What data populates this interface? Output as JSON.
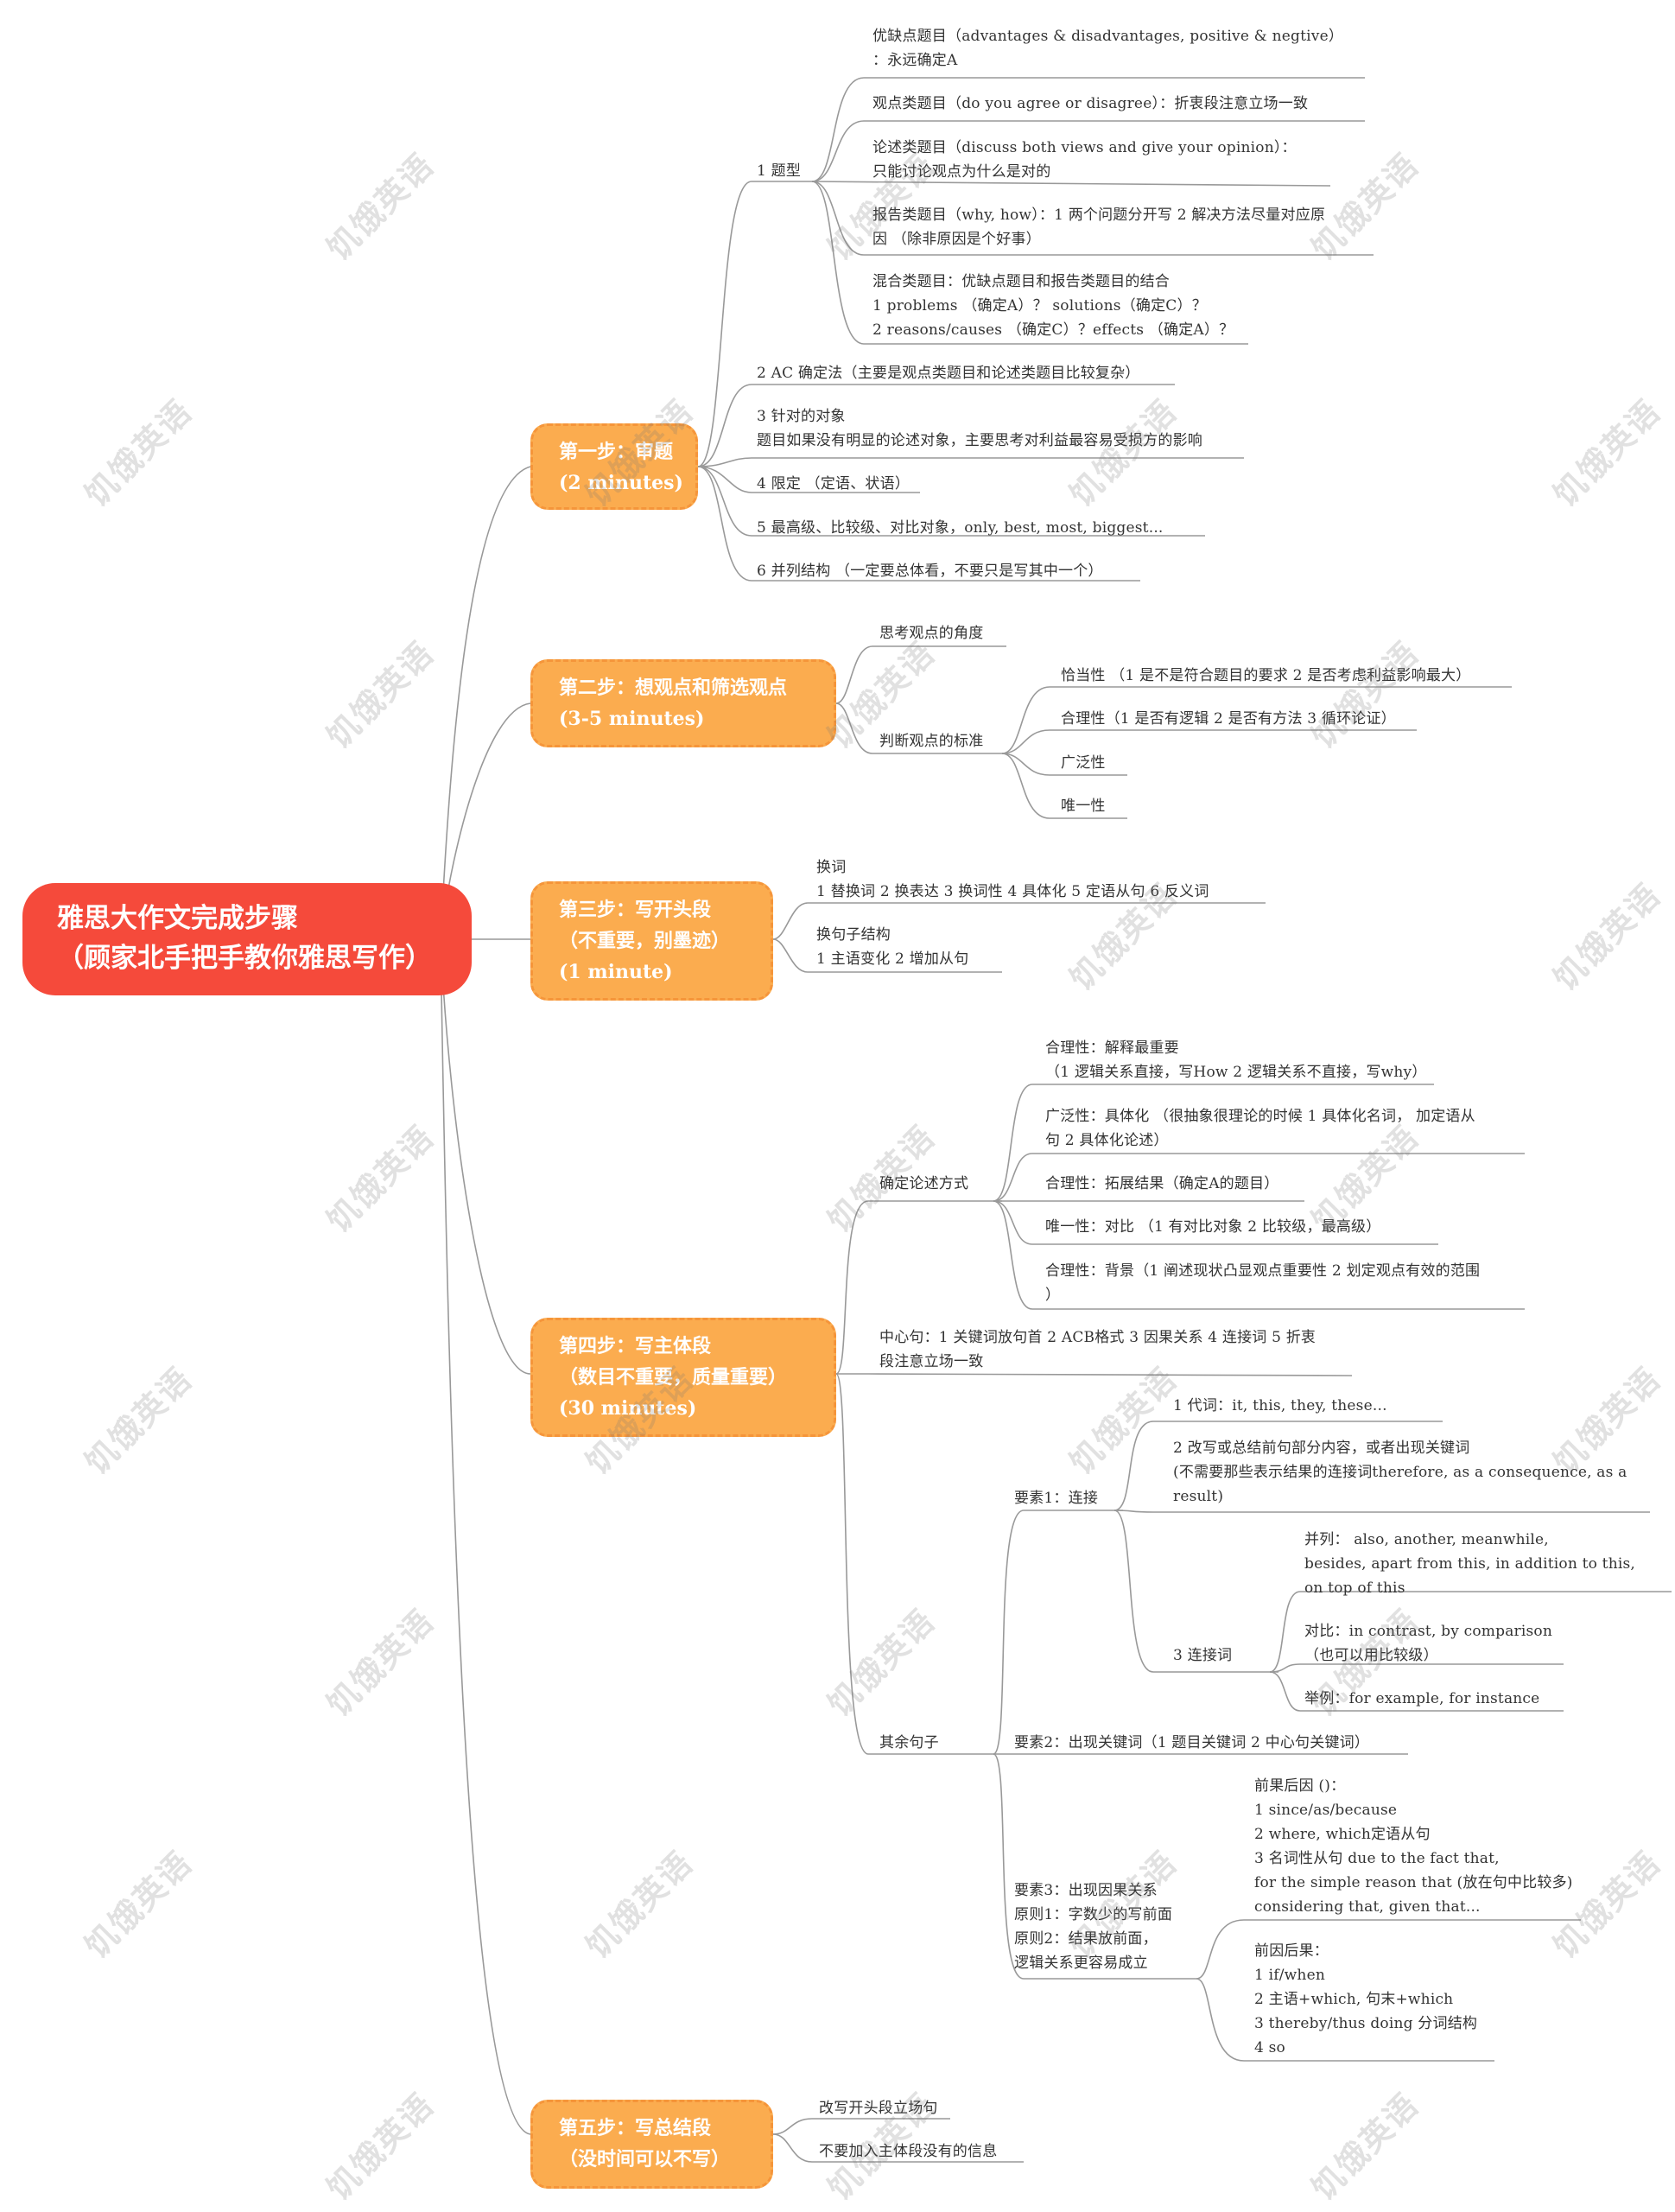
{
  "root": {
    "line1": "雅思大作文完成步骤",
    "line2": "（顾家北手把手教你雅思写作）"
  },
  "steps": {
    "s1": {
      "line1": "第一步：审题",
      "line2": "(2 minutes)"
    },
    "s2": {
      "line1": "第二步：想观点和筛选观点",
      "line2": "(3-5 minutes)"
    },
    "s3": {
      "line1": "第三步：写开头段",
      "line2": "（不重要，别墨迹）",
      "line3": "(1 minute)"
    },
    "s4": {
      "line1": "第四步：写主体段",
      "line2": "（数目不重要，质量重要）",
      "line3": "(30 minutes)"
    },
    "s5": {
      "line1": "第五步：写总结段",
      "line2": "（没时间可以不写）"
    }
  },
  "s1": {
    "topic_type": "1 题型",
    "t1a": "优缺点题目（advantages & disadvantages, positive & negtive）",
    "t1b": "：永远确定A",
    "t2": "观点类题目（do you agree or disagree）：折衷段注意立场一致",
    "t3a": "论述类题目（discuss both views and give your opinion）：",
    "t3b": "只能讨论观点为什么是对的",
    "t4a": "报告类题目（why, how）：1 两个问题分开写 2 解决方法尽量对应原",
    "t4b": "因 （除非原因是个好事）",
    "t5a": "混合类题目：优缺点题目和报告类题目的结合",
    "t5b": "1 problems （确定A）？ solutions（确定C）？",
    "t5c": "2 reasons/causes （确定C）？effects （确定A）？",
    "ac": "2 AC 确定法（主要是观点类题目和论述类题目比较复杂）",
    "target_a": "3 针对的对象",
    "target_b": "题目如果没有明显的论述对象，主要思考对利益最容易受损方的影响",
    "limit": "4 限定 （定语、状语）",
    "superlative": "5 最高级、比较级、对比对象，only, best, most, biggest...",
    "parallel": "6 并列结构 （一定要总体看，不要只是写其中一个）"
  },
  "s2": {
    "angle": "思考观点的角度",
    "criteria": "判断观点的标准",
    "c1": "恰当性 （1 是不是符合题目的要求 2 是否考虑利益影响最大）",
    "c2": "合理性（1 是否有逻辑 2 是否有方法 3 循环论证）",
    "c3": "广泛性",
    "c4": "唯一性"
  },
  "s3": {
    "swap_a": "换词",
    "swap_b": "1 替换词 2 换表达 3 换词性 4 具体化 5 定语从句 6 反义词",
    "struct_a": "换句子结构",
    "struct_b": "1 主语变化 2 增加从句"
  },
  "s4": {
    "method": "确定论述方式",
    "m1a": "合理性：解释最重要",
    "m1b": "（1 逻辑关系直接，写How 2 逻辑关系不直接，写why）",
    "m2a": "广泛性：具体化 （很抽象很理论的时候 1 具体化名词， 加定语从",
    "m2b": "句 2 具体化论述）",
    "m3": "合理性：拓展结果（确定A的题目）",
    "m4": "唯一性：对比 （1 有对比对象 2 比较级，最高级）",
    "m5a": "合理性：背景（1 阐述现状凸显观点重要性 2 划定观点有效的范围",
    "m5b": "）",
    "center_a": "中心句：1 关键词放句首 2 ACB格式 3 因果关系 4 连接词 5 折衷",
    "center_b": "段注意立场一致",
    "rest": "其余句子",
    "e1": "要素1：连接",
    "e1_1": "1 代词：it, this, they, these...",
    "e1_2a": "2 改写或总结前句部分内容，或者出现关键词",
    "e1_2b": "(不需要那些表示结果的连接词therefore, as a consequence, as a",
    "e1_2c": "result)",
    "e1_3": "3 连接词",
    "p1a": "并列： also, another, meanwhile,",
    "p1b": "besides, apart from this, in addition to this,",
    "p1c": "on top of this",
    "p2a": "对比：in contrast, by comparison",
    "p2b": "（也可以用比较级）",
    "p3": "举例：for example, for instance",
    "e2": "要素2：出现关键词（1 题目关键词 2 中心句关键词）",
    "e3a": "要素3：出现因果关系",
    "e3b": "原则1：字数少的写前面",
    "e3c": "原则2：结果放前面，",
    "e3d": "逻辑关系更容易成立",
    "rc0": "前果后因 ()：",
    "rc1": "1 since/as/because",
    "rc2": "2 where, which定语从句",
    "rc3": "3 名词性从句 due to the fact that,",
    "rc4": "for the simple reason that (放在句中比较多)",
    "rc5": "considering that, given that...",
    "cr0": "前因后果：",
    "cr1": "1 if/when",
    "cr2": "2 主语+which, 句末+which",
    "cr3": "3 thereby/thus doing 分词结构",
    "cr4": "4 so"
  },
  "s5": {
    "a": "改写开头段立场句",
    "b": "不要加入主体段没有的信息"
  },
  "watermark": "饥饿英语",
  "colors": {
    "root": "#f54a3b",
    "step": "#fbac4f",
    "step_border": "#f5953a",
    "line": "#999999"
  }
}
